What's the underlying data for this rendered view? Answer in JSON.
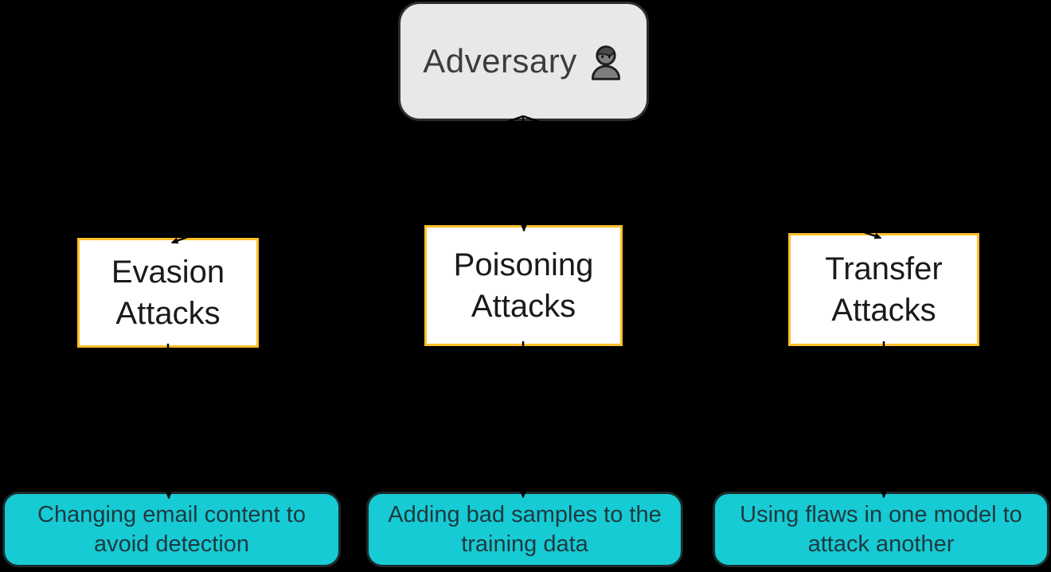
{
  "canvas": {
    "background": "#000000"
  },
  "adversary": {
    "label": "Adversary",
    "icon": "person-icon",
    "fill": "#E8E8E8",
    "border": "#2E2E2E"
  },
  "evasion": {
    "label": "Evasion Attacks",
    "description": "Changing email content to avoid detection"
  },
  "poisoning": {
    "label": "Poisoning Attacks",
    "description": "Adding bad samples to the training data"
  },
  "transfer": {
    "label": "Transfer Attacks",
    "description": "Using flaws in one model to attack another"
  },
  "colors": {
    "attack_node_border": "#FFC02B",
    "attack_node_fill": "#FFFFFF",
    "description_fill": "#16CBD4",
    "description_border": "#1E2A2C",
    "description_text": "#1F3940",
    "connector": "#000000"
  }
}
